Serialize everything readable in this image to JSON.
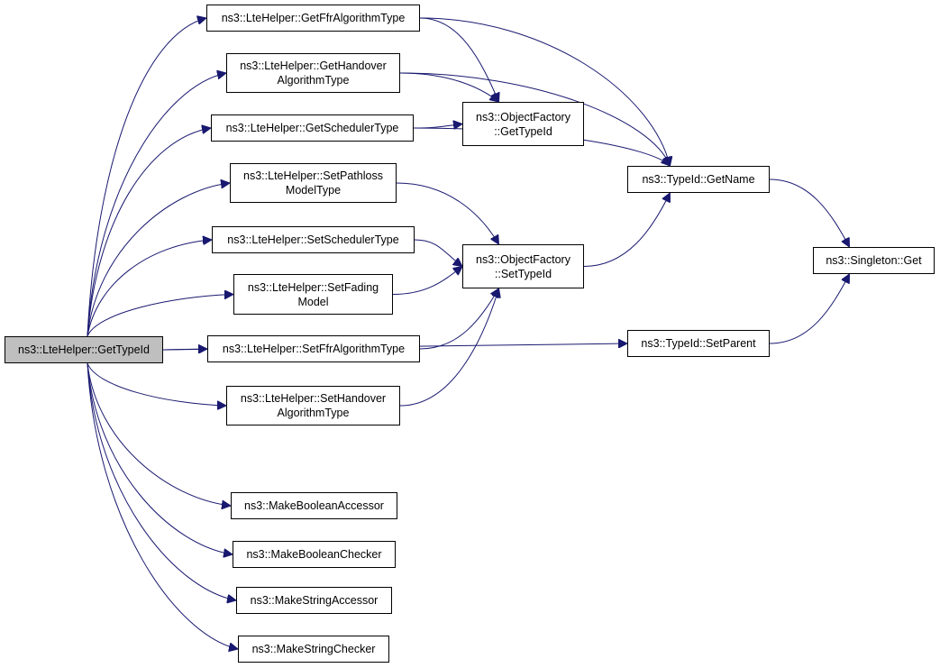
{
  "colors": {
    "edge": "#191970",
    "root_fill": "#bfbfbf",
    "node_fill": "#ffffff",
    "border": "#000000"
  },
  "nodes": {
    "root": [
      "ns3::LteHelper::GetTypeId"
    ],
    "get_ffr_type": [
      "ns3::LteHelper::GetFfrAlgorithmType"
    ],
    "get_handover_type": [
      "ns3::LteHelper::GetHandover",
      "AlgorithmType"
    ],
    "get_scheduler_type": [
      "ns3::LteHelper::GetSchedulerType"
    ],
    "set_pathloss": [
      "ns3::LteHelper::SetPathloss",
      "ModelType"
    ],
    "set_scheduler_type": [
      "ns3::LteHelper::SetSchedulerType"
    ],
    "set_fading": [
      "ns3::LteHelper::SetFading",
      "Model"
    ],
    "set_ffr_type": [
      "ns3::LteHelper::SetFfrAlgorithmType"
    ],
    "set_handover_type": [
      "ns3::LteHelper::SetHandover",
      "AlgorithmType"
    ],
    "make_bool_accessor": [
      "ns3::MakeBooleanAccessor"
    ],
    "make_bool_checker": [
      "ns3::MakeBooleanChecker"
    ],
    "make_string_accessor": [
      "ns3::MakeStringAccessor"
    ],
    "make_string_checker": [
      "ns3::MakeStringChecker"
    ],
    "of_get_typeid": [
      "ns3::ObjectFactory",
      "::GetTypeId"
    ],
    "of_set_typeid": [
      "ns3::ObjectFactory",
      "::SetTypeId"
    ],
    "typeid_getname": [
      "ns3::TypeId::GetName"
    ],
    "typeid_setparent": [
      "ns3::TypeId::SetParent"
    ],
    "singleton_get": [
      "ns3::Singleton::Get"
    ]
  },
  "edges": [
    [
      "root",
      "get_ffr_type"
    ],
    [
      "root",
      "get_handover_type"
    ],
    [
      "root",
      "get_scheduler_type"
    ],
    [
      "root",
      "set_pathloss"
    ],
    [
      "root",
      "set_scheduler_type"
    ],
    [
      "root",
      "set_fading"
    ],
    [
      "root",
      "set_ffr_type"
    ],
    [
      "root",
      "set_handover_type"
    ],
    [
      "root",
      "typeid_setparent"
    ],
    [
      "root",
      "make_bool_accessor"
    ],
    [
      "root",
      "make_bool_checker"
    ],
    [
      "root",
      "make_string_accessor"
    ],
    [
      "root",
      "make_string_checker"
    ],
    [
      "get_ffr_type",
      "of_get_typeid"
    ],
    [
      "get_ffr_type",
      "typeid_getname"
    ],
    [
      "get_handover_type",
      "of_get_typeid"
    ],
    [
      "get_handover_type",
      "typeid_getname"
    ],
    [
      "get_scheduler_type",
      "of_get_typeid"
    ],
    [
      "get_scheduler_type",
      "typeid_getname"
    ],
    [
      "set_pathloss",
      "of_set_typeid"
    ],
    [
      "set_scheduler_type",
      "of_set_typeid"
    ],
    [
      "set_fading",
      "of_set_typeid"
    ],
    [
      "set_ffr_type",
      "of_set_typeid"
    ],
    [
      "set_handover_type",
      "of_set_typeid"
    ],
    [
      "of_set_typeid",
      "typeid_getname"
    ],
    [
      "typeid_getname",
      "singleton_get"
    ],
    [
      "typeid_setparent",
      "singleton_get"
    ]
  ]
}
